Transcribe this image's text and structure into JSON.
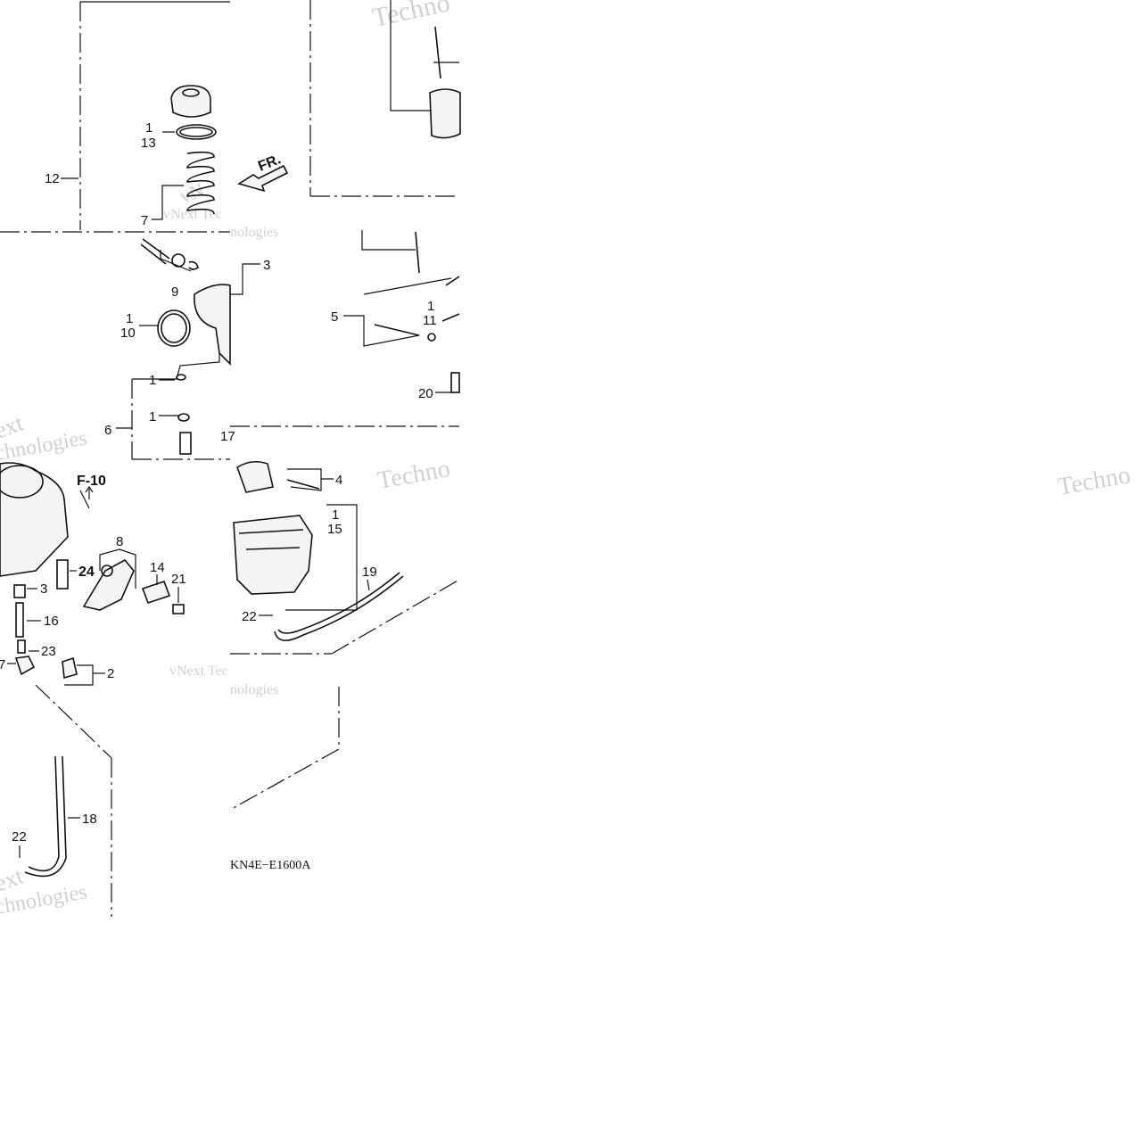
{
  "diagram": {
    "code": "KN4E−E1600A",
    "ref_label": "F-10",
    "direction_label": "FR.",
    "watermarks": [
      "Techno",
      "vNext Tec",
      "nologies",
      "Techno",
      "Techno",
      "ext",
      "chnologies",
      "vNext Tec",
      "nologies",
      "ext",
      "chnologies",
      "vN"
    ],
    "callouts": [
      "12",
      "1",
      "13",
      "7",
      "3",
      "9",
      "1",
      "10",
      "1",
      "1",
      "6",
      "17",
      "5",
      "1",
      "11",
      "20",
      "4",
      "1",
      "15",
      "8",
      "14",
      "21",
      "24",
      "3",
      "16",
      "23",
      "7",
      "2",
      "19",
      "22",
      "18",
      "22"
    ]
  }
}
